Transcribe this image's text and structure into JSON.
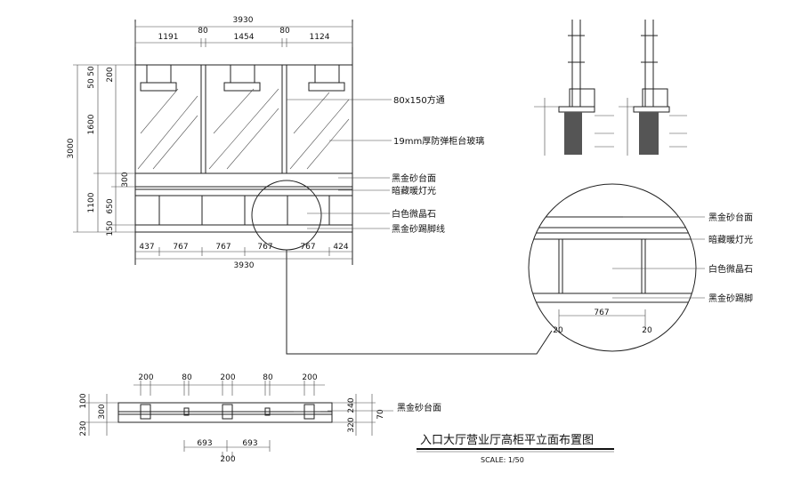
{
  "top_dims": {
    "overall": "3930",
    "segments": [
      "1191",
      "80",
      "1454",
      "80",
      "1124"
    ]
  },
  "bottom_dims": {
    "overall": "3930",
    "segments": [
      "437",
      "767",
      "767",
      "767",
      "767",
      "424"
    ]
  },
  "left_dims": {
    "overall": "3000",
    "upper": [
      "50",
      "50",
      "200",
      "1600",
      "300"
    ],
    "lower": [
      "1100",
      "650",
      "150"
    ]
  },
  "elevation_labels": [
    "80x150方通",
    "19mm厚防弹柜台玻璃",
    "黑金砂台面",
    "暗藏暖灯光",
    "白色微晶石",
    "黑金砂踢脚线"
  ],
  "detail_labels": [
    "黑金砂台面",
    "暗藏暖灯光",
    "白色微晶石",
    "黑金砂踢脚"
  ],
  "detail_dims": {
    "span": "767",
    "left": "20",
    "right": "20"
  },
  "plan_dims": {
    "top": [
      "200",
      "80",
      "200",
      "80",
      "200"
    ],
    "left": [
      "100",
      "300",
      "230"
    ],
    "right": [
      "240",
      "70",
      "320"
    ],
    "bottom_halves": [
      "693",
      "693"
    ],
    "bottom_center": "200"
  },
  "plan_label": "黑金砂台面",
  "title": "入口大厅营业厅高柜平立面布置图",
  "scale": "SCALE: 1/50"
}
